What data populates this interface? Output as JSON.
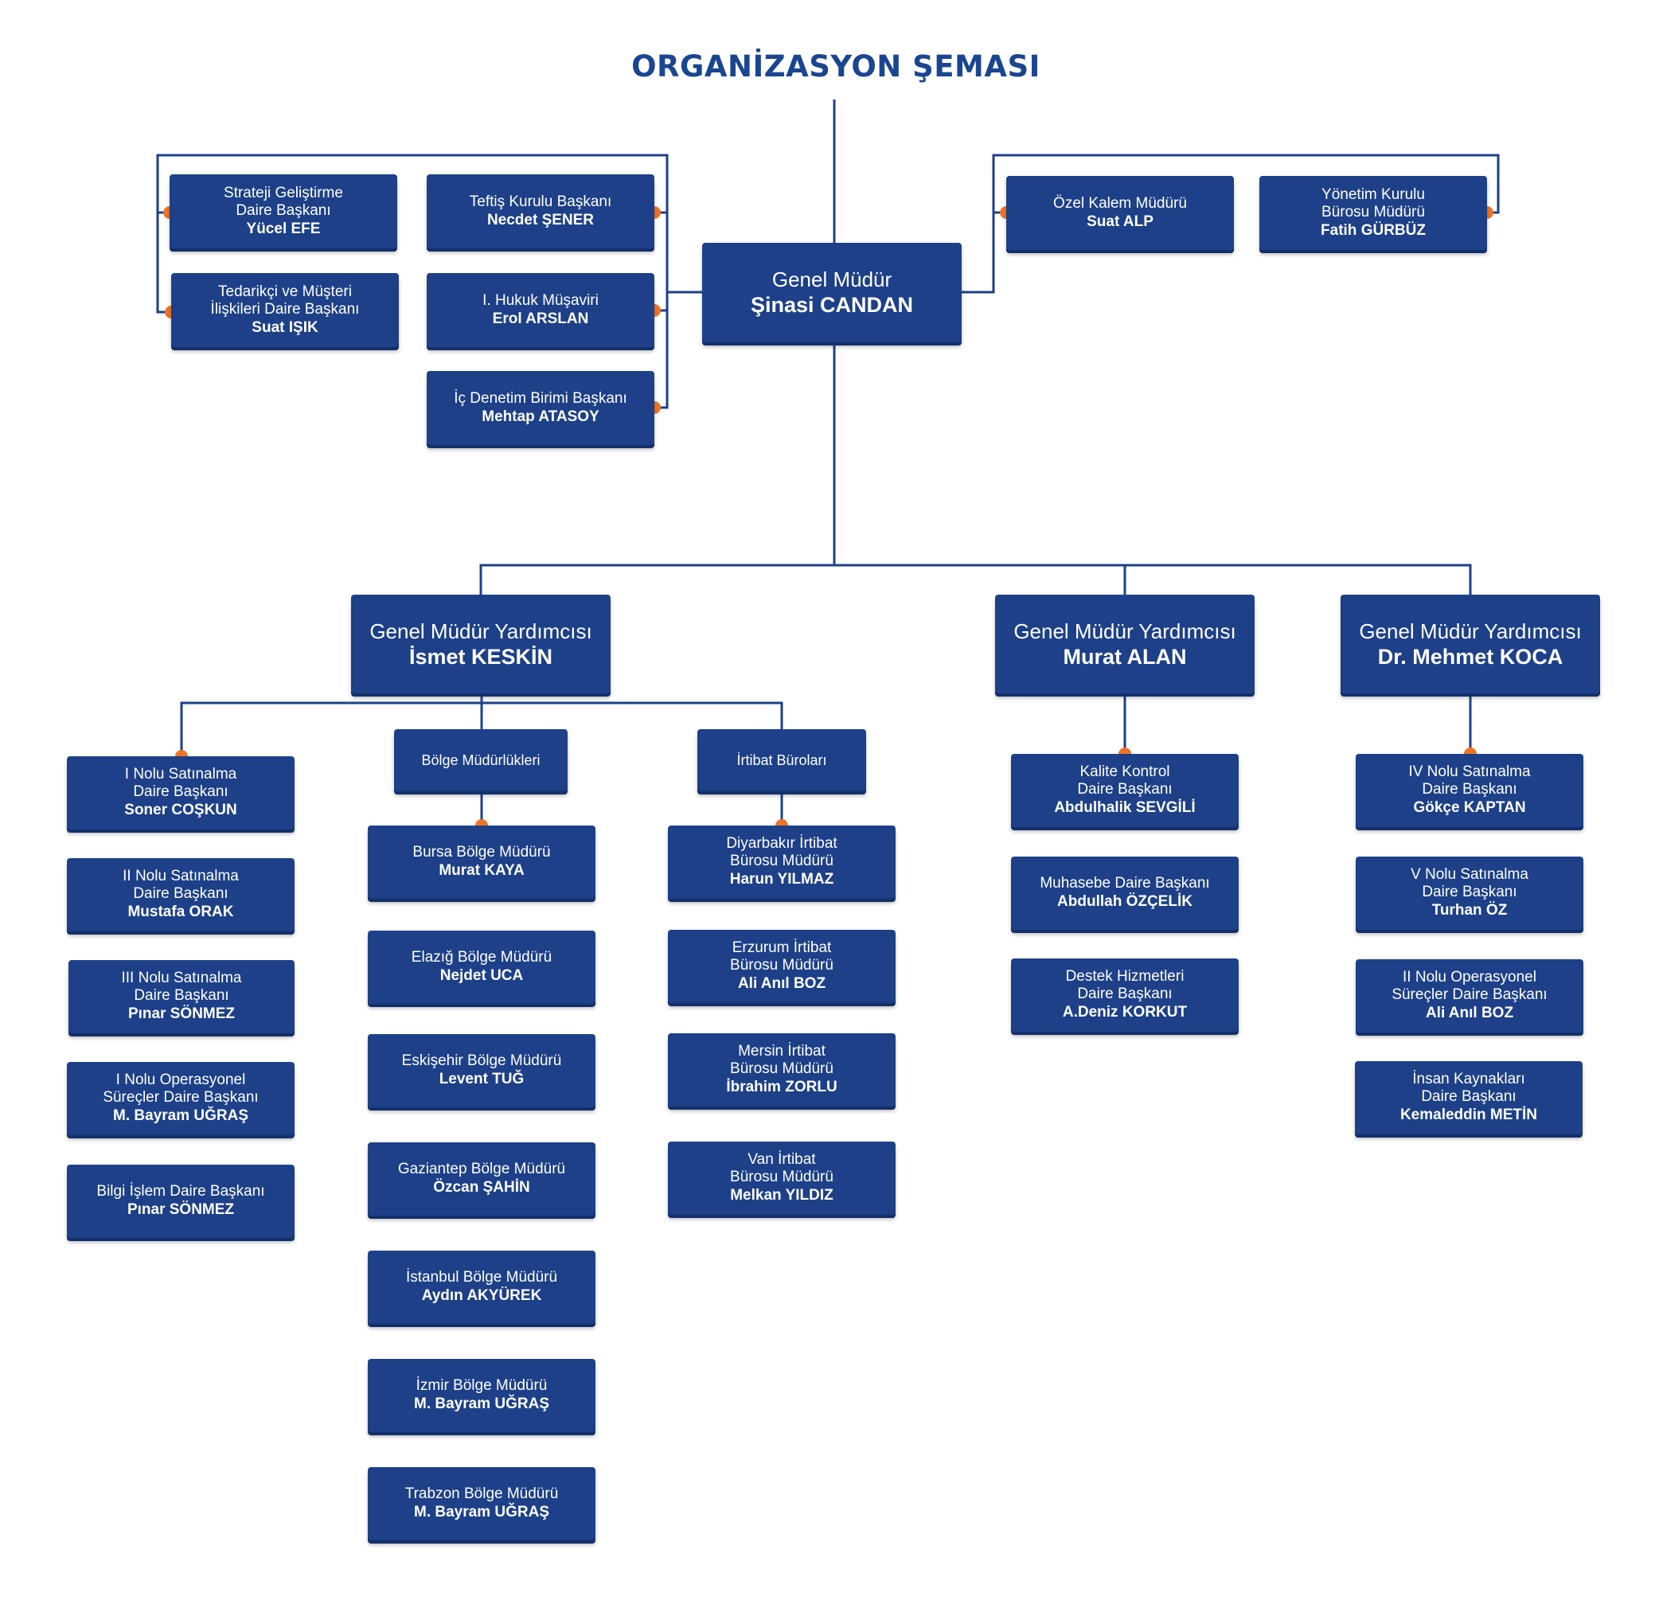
{
  "title": "ORGANİZASYON ŞEMASI",
  "general_manager": {
    "role": "Genel Müdür",
    "name": "Şinasi CANDAN"
  },
  "left_staff": [
    {
      "role": "Strateji Geliştirme\nDaire Başkanı",
      "name": "Yücel EFE"
    },
    {
      "role": "Tedarikçi ve Müşteri\nİlişkileri Daire Başkanı",
      "name": "Suat IŞIK"
    },
    {
      "role": "Teftiş Kurulu Başkanı",
      "name": "Necdet ŞENER"
    },
    {
      "role": "I. Hukuk Müşaviri",
      "name": "Erol ARSLAN"
    },
    {
      "role": "İç Denetim Birimi Başkanı",
      "name": "Mehtap ATASOY"
    }
  ],
  "right_staff": [
    {
      "role": "Özel Kalem Müdürü",
      "name": "Suat ALP"
    },
    {
      "role": "Yönetim Kurulu\nBürosu Müdürü",
      "name": "Fatih GÜRBÜZ"
    }
  ],
  "deputies": [
    {
      "role": "Genel Müdür Yardımcısı",
      "name": "İsmet KESKİN"
    },
    {
      "role": "Genel Müdür Yardımcısı",
      "name": "Murat ALAN"
    },
    {
      "role": "Genel Müdür Yardımcısı",
      "name": "Dr. Mehmet KOCA"
    }
  ],
  "keskin_departments": [
    {
      "role": "I Nolu Satınalma\nDaire Başkanı",
      "name": "Soner COŞKUN"
    },
    {
      "role": "II Nolu Satınalma\nDaire Başkanı",
      "name": "Mustafa ORAK"
    },
    {
      "role": "III Nolu Satınalma\nDaire Başkanı",
      "name": "Pınar SÖNMEZ"
    },
    {
      "role": "I Nolu Operasyonel\nSüreçler Daire Başkanı",
      "name": "M. Bayram UĞRAŞ"
    },
    {
      "role": "Bilgi İşlem Daire Başkanı",
      "name": "Pınar SÖNMEZ"
    }
  ],
  "regional_header": "Bölge Müdürlükleri",
  "regional": [
    {
      "role": "Bursa Bölge Müdürü",
      "name": "Murat KAYA"
    },
    {
      "role": "Elazığ Bölge Müdürü",
      "name": "Nejdet UCA"
    },
    {
      "role": "Eskişehir Bölge Müdürü",
      "name": "Levent TUĞ"
    },
    {
      "role": "Gaziantep Bölge Müdürü",
      "name": "Özcan ŞAHİN"
    },
    {
      "role": "İstanbul Bölge Müdürü",
      "name": "Aydın AKYÜREK"
    },
    {
      "role": "İzmir Bölge Müdürü",
      "name": "M. Bayram UĞRAŞ"
    },
    {
      "role": "Trabzon Bölge Müdürü",
      "name": "M. Bayram UĞRAŞ"
    }
  ],
  "liaison_header": "İrtibat Büroları",
  "liaison": [
    {
      "role": "Diyarbakır İrtibat\nBürosu Müdürü",
      "name": "Harun YILMAZ"
    },
    {
      "role": "Erzurum İrtibat\nBürosu Müdürü",
      "name": "Ali Anıl BOZ"
    },
    {
      "role": "Mersin İrtibat\nBürosu Müdürü",
      "name": "İbrahim ZORLU"
    },
    {
      "role": "Van İrtibat\nBürosu Müdürü",
      "name": "Melkan YILDIZ"
    }
  ],
  "alan_departments": [
    {
      "role": "Kalite Kontrol\nDaire Başkanı",
      "name": "Abdulhalik SEVGİLİ"
    },
    {
      "role": "Muhasebe Daire Başkanı",
      "name": "Abdullah ÖZÇELİK"
    },
    {
      "role": "Destek Hizmetleri\nDaire Başkanı",
      "name": "A.Deniz KORKUT"
    }
  ],
  "koca_departments": [
    {
      "role": "IV Nolu Satınalma\nDaire Başkanı",
      "name": "Gökçe KAPTAN"
    },
    {
      "role": "V Nolu Satınalma\nDaire Başkanı",
      "name": "Turhan ÖZ"
    },
    {
      "role": "II Nolu Operasyonel\nSüreçler Daire Başkanı",
      "name": "Ali Anıl BOZ"
    },
    {
      "role": "İnsan Kaynakları\nDaire Başkanı",
      "name": "Kemaleddin METİN"
    }
  ],
  "colors": {
    "box": "#1d4088",
    "line": "#1d4088",
    "dot": "#ee7428",
    "title": "#1a4590"
  }
}
